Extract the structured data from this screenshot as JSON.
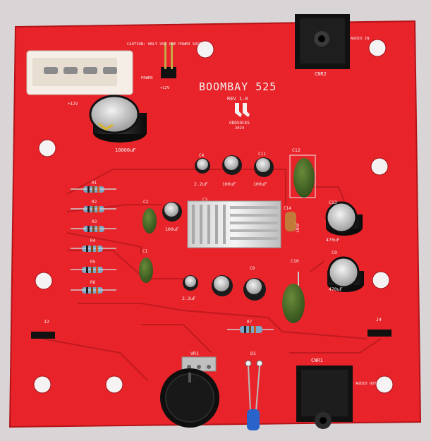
{
  "board": {
    "title": "BOOMBAY 525",
    "rev": "REV 1.0",
    "brand": "ODDSOCKS",
    "year": "2024",
    "caution": "CAUTION: ONLY USE ONE POWER SOURCE",
    "colors": {
      "board": "#e8242a",
      "silkscreen": "#f4f0f0",
      "background": "#d9d4d6"
    }
  },
  "labels": {
    "cnr2": "CNR2",
    "cnr1": "CNR1",
    "audio_in": "AUDIO IN",
    "audio_out": "AUDIO OUT",
    "power": "POWER",
    "plus12v_a": "+12V",
    "plus12v_b": "+12V",
    "cap_10000": "10000uF",
    "c4": "C4",
    "c4_val": "2.2uF",
    "c5_val": "100uF",
    "c11": "C11",
    "c11_val": "100uF",
    "c12": "C12",
    "c2": "C2",
    "c3": "C3",
    "c3_val": "100uF",
    "c14": "C14",
    "c14_val": "10nF",
    "c13": "C13",
    "c13_val": "470uF",
    "c1": "C1",
    "c7_val": "2.2uF",
    "c8": "C8",
    "c10": "C10",
    "c9": "C9",
    "c9_val": "470uF",
    "r1": "R1",
    "r2": "R2",
    "r3": "R3",
    "r4": "R4",
    "r5": "R5",
    "r6": "R6",
    "r7": "R7",
    "vr1": "VR1",
    "d1": "D1",
    "j2": "J2",
    "j4": "J4"
  }
}
